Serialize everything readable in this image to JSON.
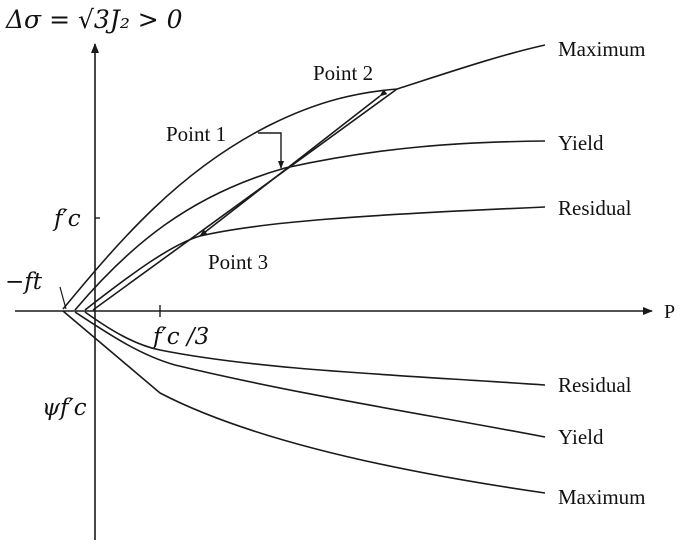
{
  "axes": {
    "y_label": "Δσ = √3J₂ > 0",
    "x_label": "P"
  },
  "ticks": {
    "fc": "f′c",
    "fc_over_3": "f′c /3",
    "neg_ft": "−ft",
    "psi_fc": "ψf′c"
  },
  "curves": {
    "upper": [
      "Maximum",
      "Yield",
      "Residual"
    ],
    "lower": [
      "Residual",
      "Yield",
      "Maximum"
    ]
  },
  "points": [
    "Point 1",
    "Point 2",
    "Point 3"
  ]
}
